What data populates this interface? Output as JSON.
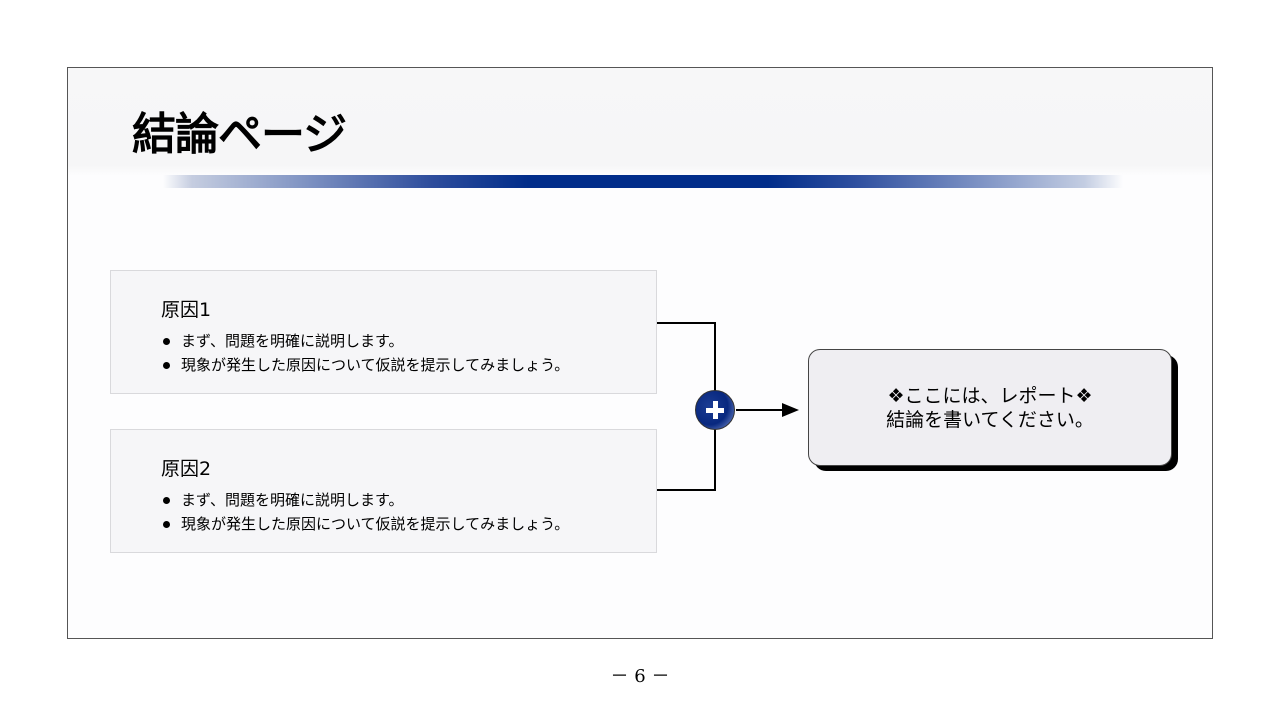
{
  "slide": {
    "title": "結論ページ",
    "causes": [
      {
        "title": "原因1",
        "bullets": [
          "まず、問題を明確に説明します。",
          "現象が発生した原因について仮説を提示してみましょう。"
        ]
      },
      {
        "title": "原因2",
        "bullets": [
          "まず、問題を明確に説明します。",
          "現象が発生した原因について仮説を提示してみましょう。"
        ]
      }
    ],
    "combine_icon": "plus-circle-icon",
    "conclusion": {
      "line1": "❖ここには、レポート❖",
      "line2": "結論を書いてください。"
    },
    "colors": {
      "accent": "#012d8a",
      "box_bg": "#f6f6f8",
      "conclusion_bg": "#efeef2"
    }
  },
  "footer": {
    "page_number": "－ 6 －"
  }
}
